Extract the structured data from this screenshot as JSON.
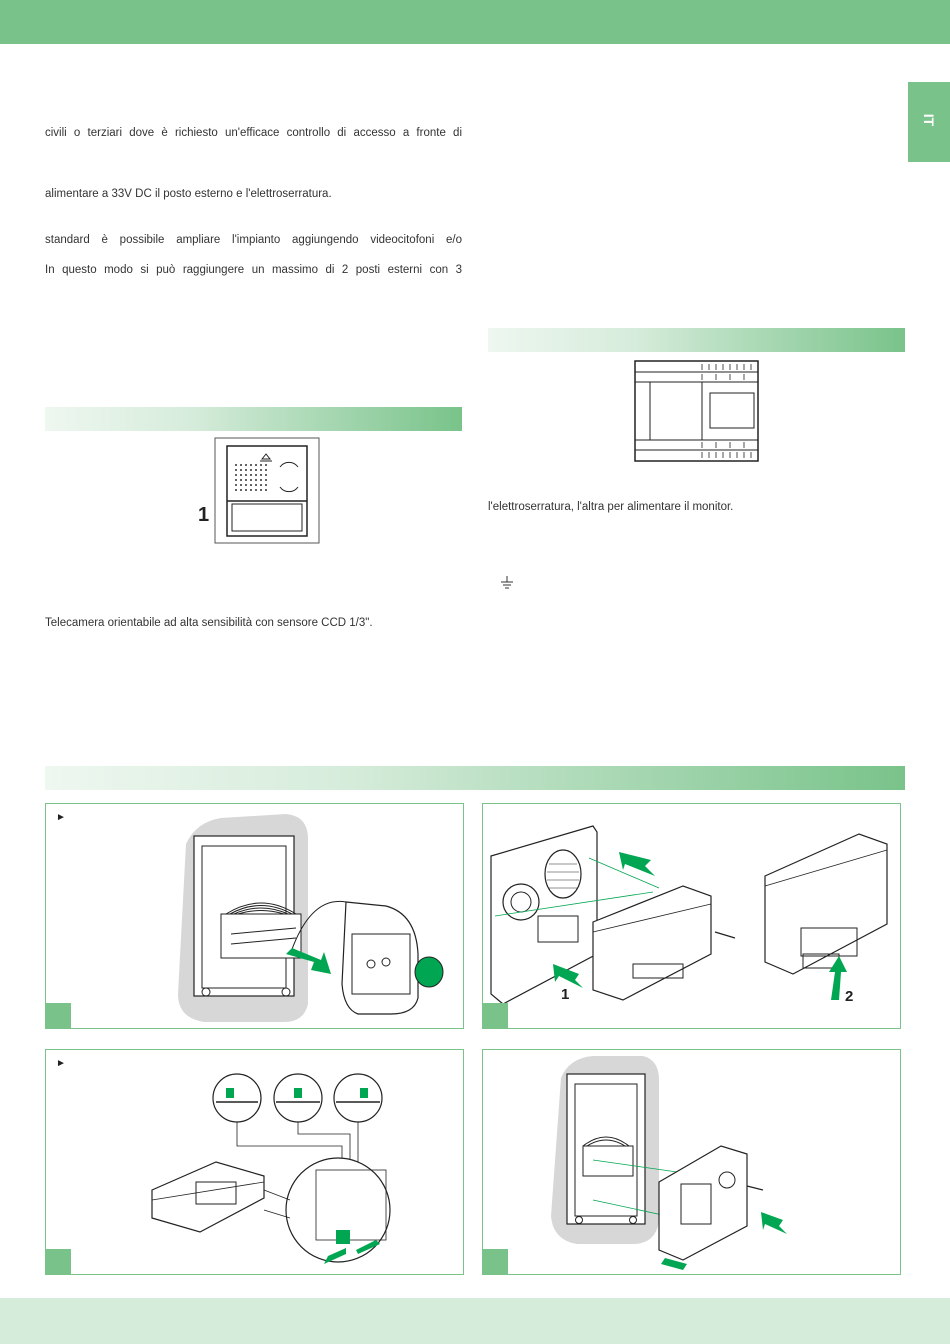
{
  "header": {
    "lang_tab": "IT"
  },
  "left_column": {
    "para_lines": [
      "civili o terziari dove è richiesto un'efficace controllo di accesso a fronte di",
      "alimentare a 33V DC il posto esterno e l'elettroserratura.",
      "standard è possibile ampliare l'impianto aggiungendo videocitofoni e/o",
      "In questo modo si può raggiungere un massimo di 2 posti esterni con 3"
    ],
    "unit_figure_label": "1",
    "camera_text": "Telecamera orientabile ad alta sensibilità con sensore CCD 1/3\"."
  },
  "right_column": {
    "supply_text": "l'elettroserratura, l'altra per alimentare il monitor."
  },
  "install_panels": [
    {
      "marker": "►",
      "labels": []
    },
    {
      "marker": "",
      "labels": [
        "1",
        "2"
      ]
    },
    {
      "marker": "►",
      "labels": []
    },
    {
      "marker": "",
      "labels": []
    }
  ],
  "colors": {
    "accent": "#79c38a",
    "accent_light": "#d6ecdb",
    "panel_part": "#00a651"
  }
}
